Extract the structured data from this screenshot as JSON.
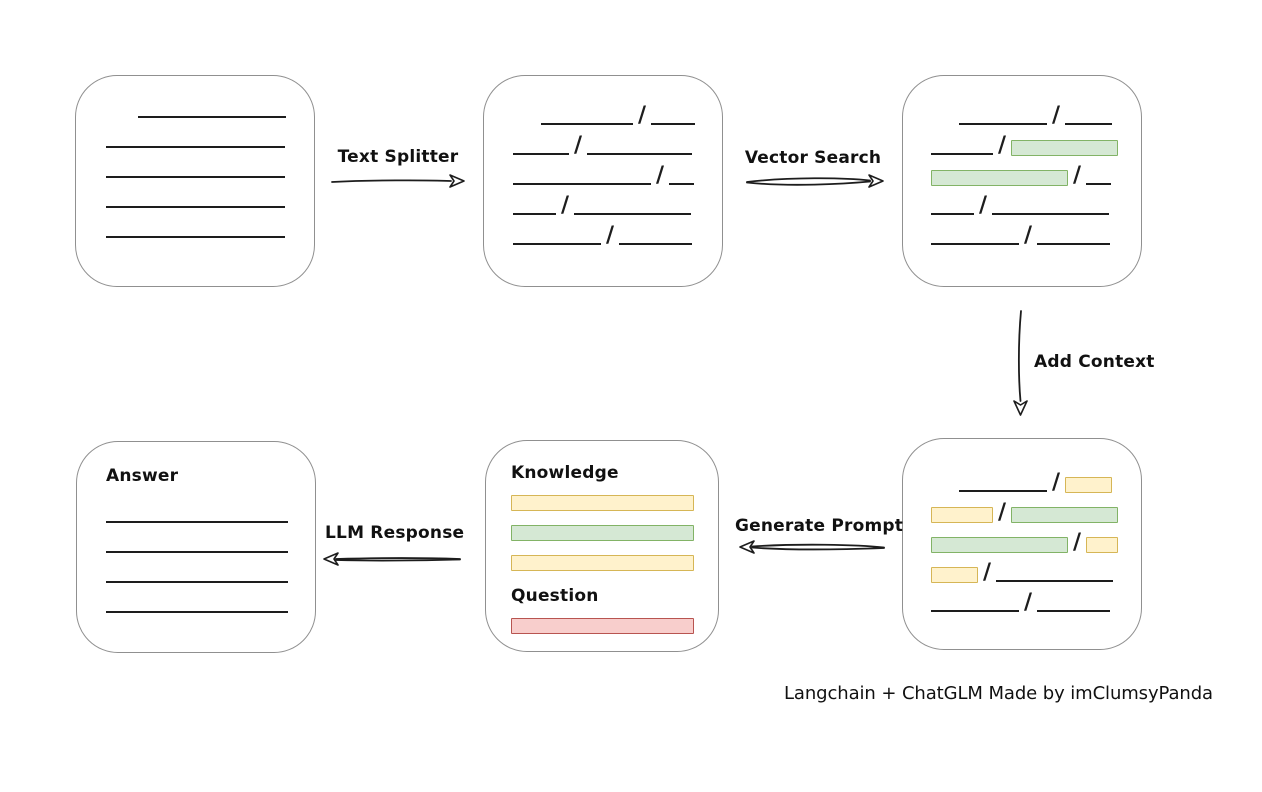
{
  "colors": {
    "green_fill": "#d5e8d4",
    "green_stroke": "#82b366",
    "yellow_fill": "#fff2cc",
    "yellow_stroke": "#d6b656",
    "red_fill": "#f8cecc",
    "red_stroke": "#b85450",
    "box_stroke": "#909090",
    "ink": "#1d1d1d"
  },
  "arrows": {
    "text_splitter": {
      "label": "Text Splitter",
      "direction": "right"
    },
    "vector_search": {
      "label": "Vector Search",
      "direction": "right"
    },
    "add_context": {
      "label": "Add Context",
      "direction": "down"
    },
    "generate_prompt": {
      "label": "Generate Prompt",
      "direction": "left"
    },
    "llm_response": {
      "label": "LLM Response",
      "direction": "left"
    }
  },
  "nodes": {
    "document": {
      "rows": [
        [
          {
            "t": "gap",
            "w": 32
          },
          {
            "t": "line",
            "w": 148
          }
        ],
        [
          {
            "t": "line",
            "w": 179
          }
        ],
        [
          {
            "t": "line",
            "w": 179
          }
        ],
        [
          {
            "t": "line",
            "w": 179
          }
        ],
        [
          {
            "t": "line",
            "w": 179
          }
        ]
      ]
    },
    "chunks": {
      "rows": [
        [
          {
            "t": "gap",
            "w": 28
          },
          {
            "t": "line",
            "w": 92
          },
          {
            "t": "slash"
          },
          {
            "t": "line",
            "w": 44
          }
        ],
        [
          {
            "t": "line",
            "w": 56
          },
          {
            "t": "slash"
          },
          {
            "t": "line",
            "w": 105
          }
        ],
        [
          {
            "t": "line",
            "w": 138
          },
          {
            "t": "slash"
          },
          {
            "t": "line",
            "w": 25
          }
        ],
        [
          {
            "t": "line",
            "w": 43
          },
          {
            "t": "slash"
          },
          {
            "t": "line",
            "w": 117
          }
        ],
        [
          {
            "t": "line",
            "w": 88
          },
          {
            "t": "slash"
          },
          {
            "t": "line",
            "w": 73
          }
        ]
      ]
    },
    "vector_matches": {
      "rows": [
        [
          {
            "t": "gap",
            "w": 28
          },
          {
            "t": "line",
            "w": 88
          },
          {
            "t": "slash"
          },
          {
            "t": "line",
            "w": 47
          }
        ],
        [
          {
            "t": "line",
            "w": 62
          },
          {
            "t": "slash"
          },
          {
            "t": "box",
            "c": "green",
            "w": 107
          }
        ],
        [
          {
            "t": "box",
            "c": "green",
            "w": 137
          },
          {
            "t": "slash"
          },
          {
            "t": "line",
            "w": 25
          }
        ],
        [
          {
            "t": "line",
            "w": 43
          },
          {
            "t": "slash"
          },
          {
            "t": "line",
            "w": 117
          }
        ],
        [
          {
            "t": "line",
            "w": 88
          },
          {
            "t": "slash"
          },
          {
            "t": "line",
            "w": 73
          }
        ]
      ]
    },
    "context_added": {
      "rows": [
        [
          {
            "t": "gap",
            "w": 28
          },
          {
            "t": "line",
            "w": 88
          },
          {
            "t": "slash"
          },
          {
            "t": "box",
            "c": "yellow",
            "w": 47
          }
        ],
        [
          {
            "t": "box",
            "c": "yellow",
            "w": 62
          },
          {
            "t": "slash"
          },
          {
            "t": "box",
            "c": "green",
            "w": 107
          }
        ],
        [
          {
            "t": "box",
            "c": "green",
            "w": 137
          },
          {
            "t": "slash"
          },
          {
            "t": "box",
            "c": "yellow",
            "w": 32
          }
        ],
        [
          {
            "t": "box",
            "c": "yellow",
            "w": 47
          },
          {
            "t": "slash"
          },
          {
            "t": "line",
            "w": 117
          }
        ],
        [
          {
            "t": "line",
            "w": 88
          },
          {
            "t": "slash"
          },
          {
            "t": "line",
            "w": 73
          }
        ]
      ]
    },
    "prompt": {
      "knowledge_label": "Knowledge",
      "question_label": "Question",
      "knowledge_rows": [
        [
          {
            "t": "box",
            "c": "yellow",
            "w": 183
          }
        ],
        [
          {
            "t": "box",
            "c": "green",
            "w": 183
          }
        ],
        [
          {
            "t": "box",
            "c": "yellow",
            "w": 183
          }
        ]
      ],
      "question_rows": [
        [
          {
            "t": "box",
            "c": "red",
            "w": 183
          }
        ]
      ]
    },
    "answer": {
      "label": "Answer",
      "rows": [
        [
          {
            "t": "line",
            "w": 182
          }
        ],
        [
          {
            "t": "line",
            "w": 182
          }
        ],
        [
          {
            "t": "line",
            "w": 182
          }
        ],
        [
          {
            "t": "line",
            "w": 182
          }
        ]
      ]
    }
  },
  "footer": {
    "credit": "Langchain + ChatGLM Made by imClumsyPanda"
  }
}
